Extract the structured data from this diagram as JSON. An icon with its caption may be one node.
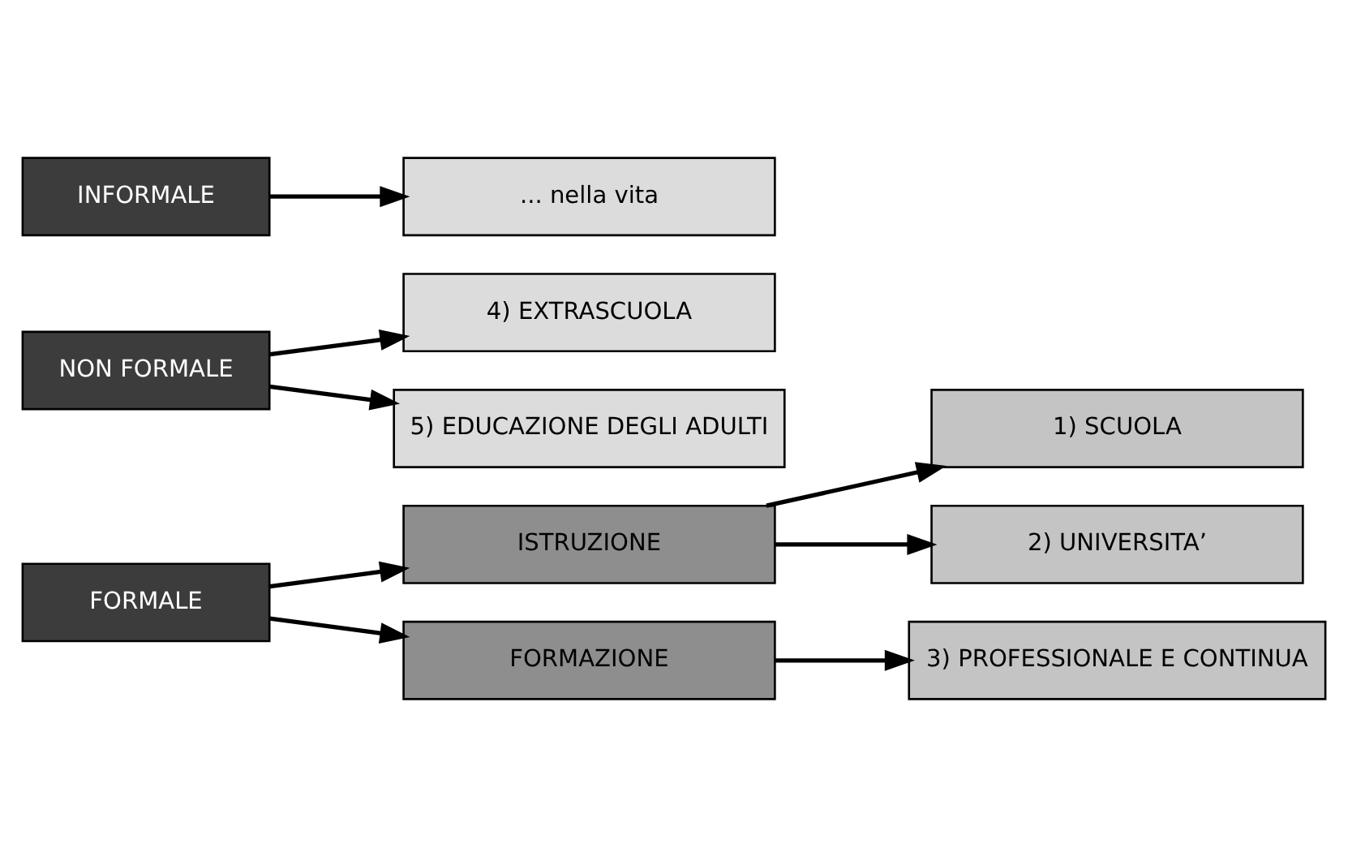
{
  "diagram": {
    "nodes": [
      {
        "text": [
          "FORMALE"
        ]
      },
      {
        "text": [
          "ISTRUZIONE"
        ]
      },
      {
        "text": [
          "FORMAZIONE"
        ]
      },
      {
        "text": [
          "1) SCUOLA"
        ]
      },
      {
        "text": [
          "2) UNIVERSITA’"
        ]
      },
      {
        "text": [
          "3) PROFESSIONALE E CONTINUA"
        ]
      },
      {
        "text": [
          "NON FORMALE"
        ]
      },
      {
        "text": [
          "4) EXTRASCUOLA"
        ]
      },
      {
        "text": [
          "5) EDUCAZIONE DEGLI ADULTI"
        ]
      },
      {
        "text": [
          "INFORMALE"
        ]
      },
      {
        "text": [
          "... nella vita"
        ]
      }
    ],
    "edges": [
      {
        "from": 0,
        "to": 1,
        "arrow": "to"
      },
      {
        "from": 0,
        "to": 2,
        "arrow": "to"
      },
      {
        "from": 1,
        "to": 3,
        "arrow": "to"
      },
      {
        "from": 1,
        "to": 4,
        "arrow": "to"
      },
      {
        "from": 2,
        "to": 5,
        "arrow": "to"
      },
      {
        "from": 6,
        "to": 7,
        "arrow": "to"
      },
      {
        "from": 6,
        "to": 8,
        "arrow": "to"
      },
      {
        "from": 9,
        "to": 10,
        "arrow": "to"
      }
    ]
  }
}
